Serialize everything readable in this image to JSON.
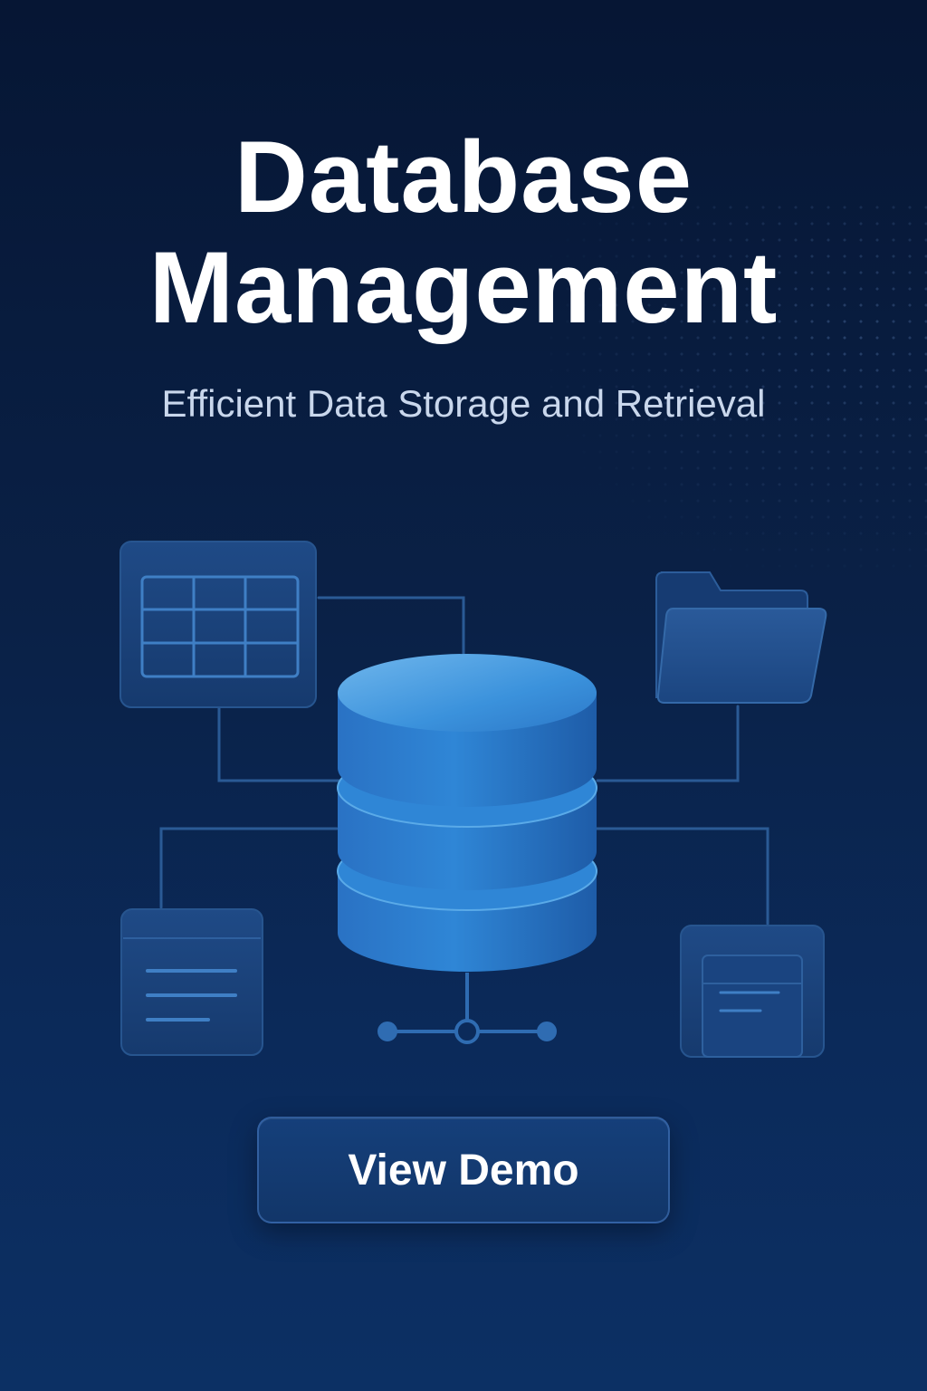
{
  "hero": {
    "title_line1": "Database",
    "title_line2": "Management",
    "subtitle": "Efficient Data Storage and Retrieval"
  },
  "cta": {
    "label": "View Demo"
  },
  "illustration": {
    "icons": [
      "table-grid-icon",
      "folder-icon",
      "database-icon",
      "document-icon",
      "window-icon",
      "network-node-icon"
    ]
  },
  "colors": {
    "background_top": "#061634",
    "background_bottom": "#0c3064",
    "accent": "#2f86d6",
    "card": "#1a3d75",
    "text": "#ffffff",
    "subtitle": "#c9d7ec"
  }
}
